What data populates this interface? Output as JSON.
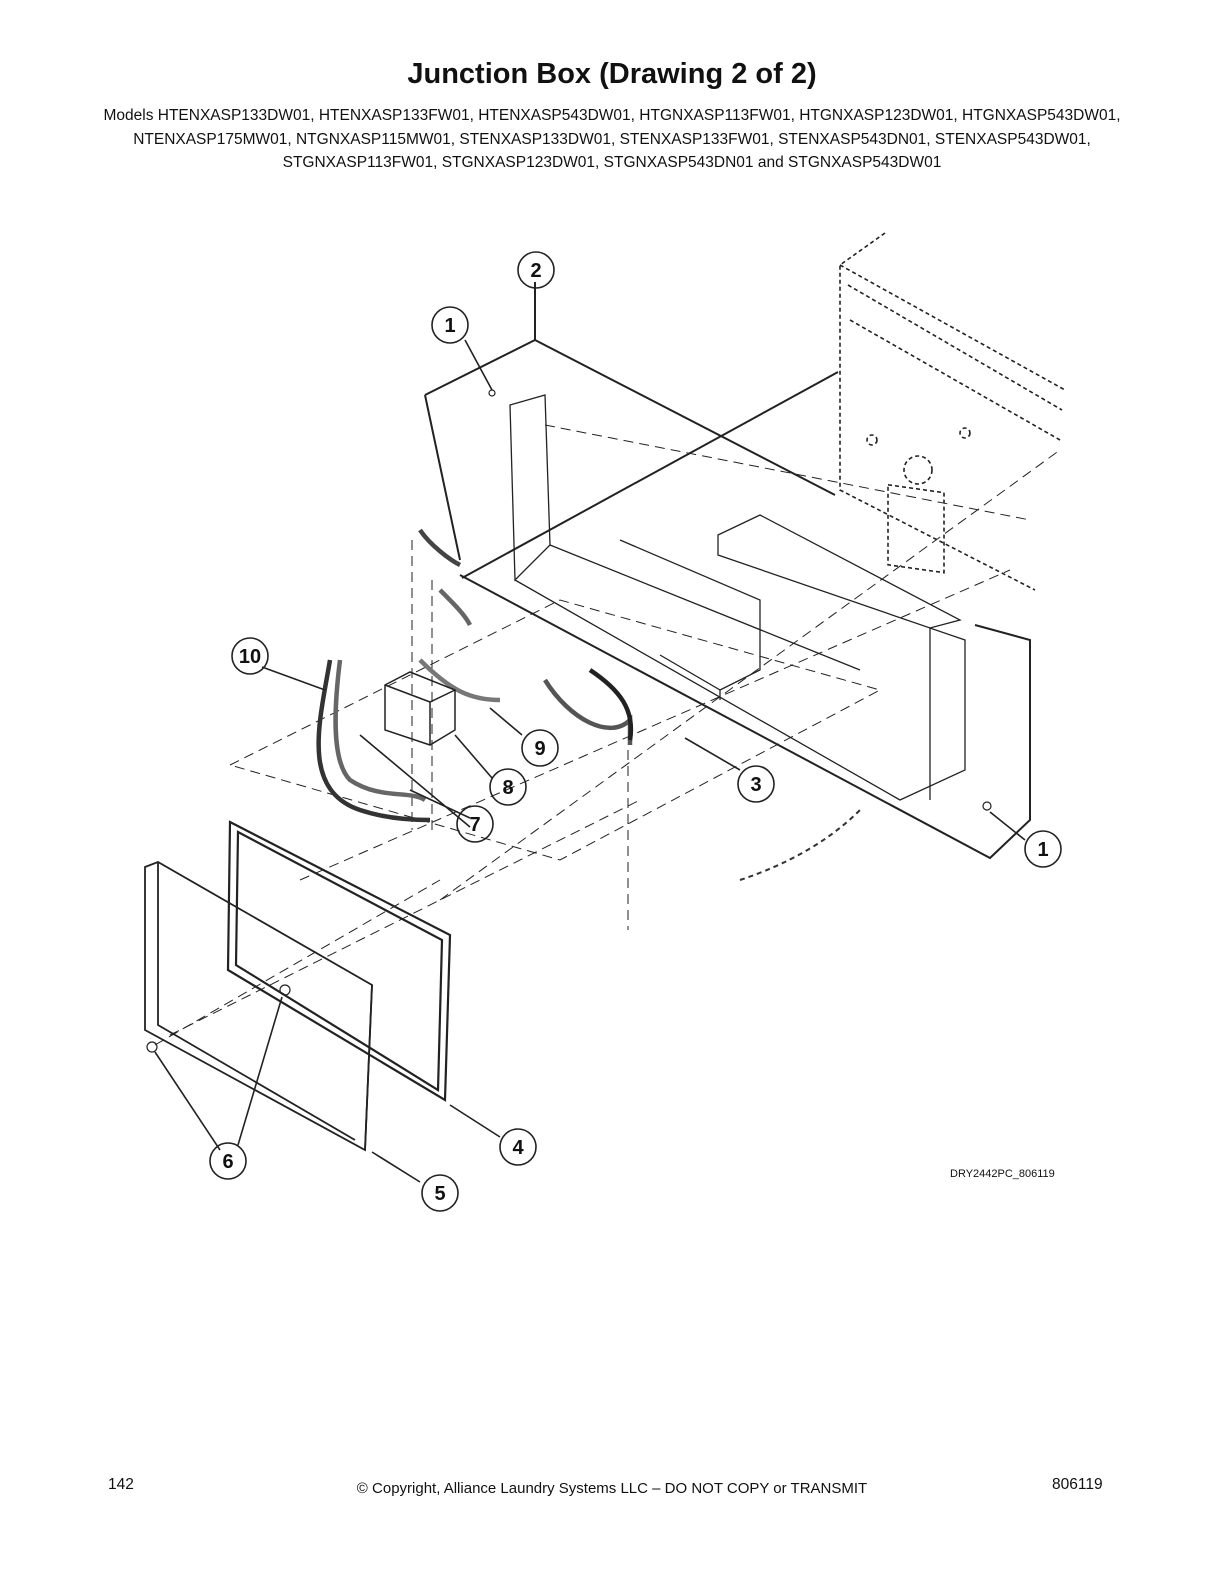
{
  "page": {
    "title": "Junction Box (Drawing 2 of 2)",
    "models": "Models HTENXASP133DW01, HTENXASP133FW01, HTENXASP543DW01, HTGNXASP113FW01, HTGNXASP123DW01, HTGNXASP543DW01, NTENXASP175MW01, NTGNXASP115MW01, STENXASP133DW01, STENXASP133FW01, STENXASP543DN01, STENXASP543DW01, STGNXASP113FW01, STGNXASP123DW01, STGNXASP543DN01 and STGNXASP543DW01"
  },
  "callouts": {
    "c1a": "1",
    "c1b": "1",
    "c2": "2",
    "c3": "3",
    "c4": "4",
    "c5": "5",
    "c6": "6",
    "c7": "7",
    "c8": "8",
    "c9": "9",
    "c10": "10"
  },
  "drawing_code": "DRY2442PC_806119",
  "footer": {
    "page_number": "142",
    "copyright": "© Copyright, Alliance Laundry Systems LLC – DO NOT COPY or TRANSMIT",
    "doc_number": "806119"
  }
}
